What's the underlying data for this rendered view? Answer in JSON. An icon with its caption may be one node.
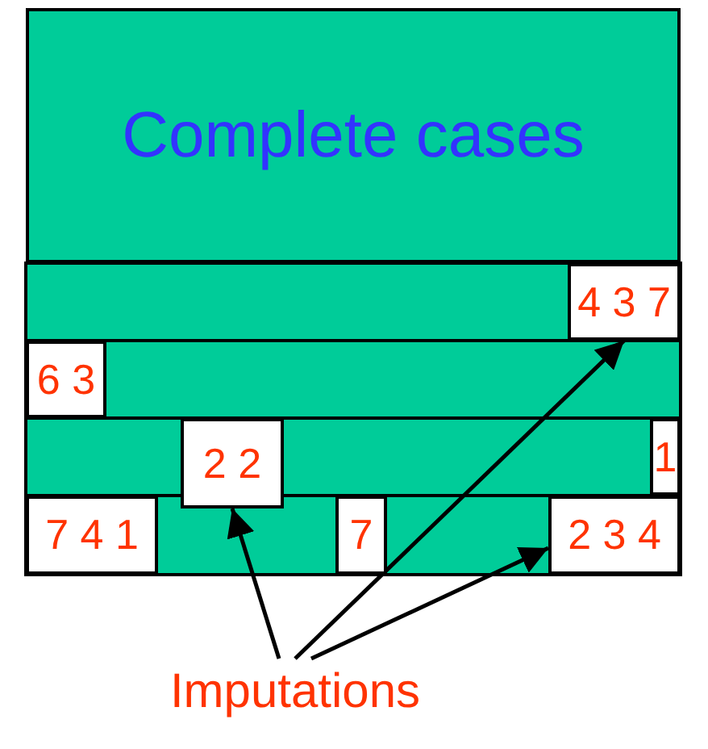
{
  "diagram": {
    "nodes": [
      {
        "text": [
          "Complete cases"
        ]
      },
      {
        "text": [
          "4 3 7"
        ]
      },
      {
        "text": [
          "6 3"
        ]
      },
      {
        "text": [
          "2 2"
        ]
      },
      {
        "text": [
          "1"
        ]
      },
      {
        "text": [
          "7 4 1"
        ]
      },
      {
        "text": [
          "7"
        ]
      },
      {
        "text": [
          "2 3 4"
        ]
      },
      {
        "text": [
          "Imputations"
        ]
      }
    ],
    "edges": [
      {
        "from": 8,
        "to": 3,
        "arrow": "to"
      },
      {
        "from": 8,
        "to": 1,
        "arrow": "to"
      },
      {
        "from": 8,
        "to": 7,
        "arrow": "to"
      }
    ]
  }
}
